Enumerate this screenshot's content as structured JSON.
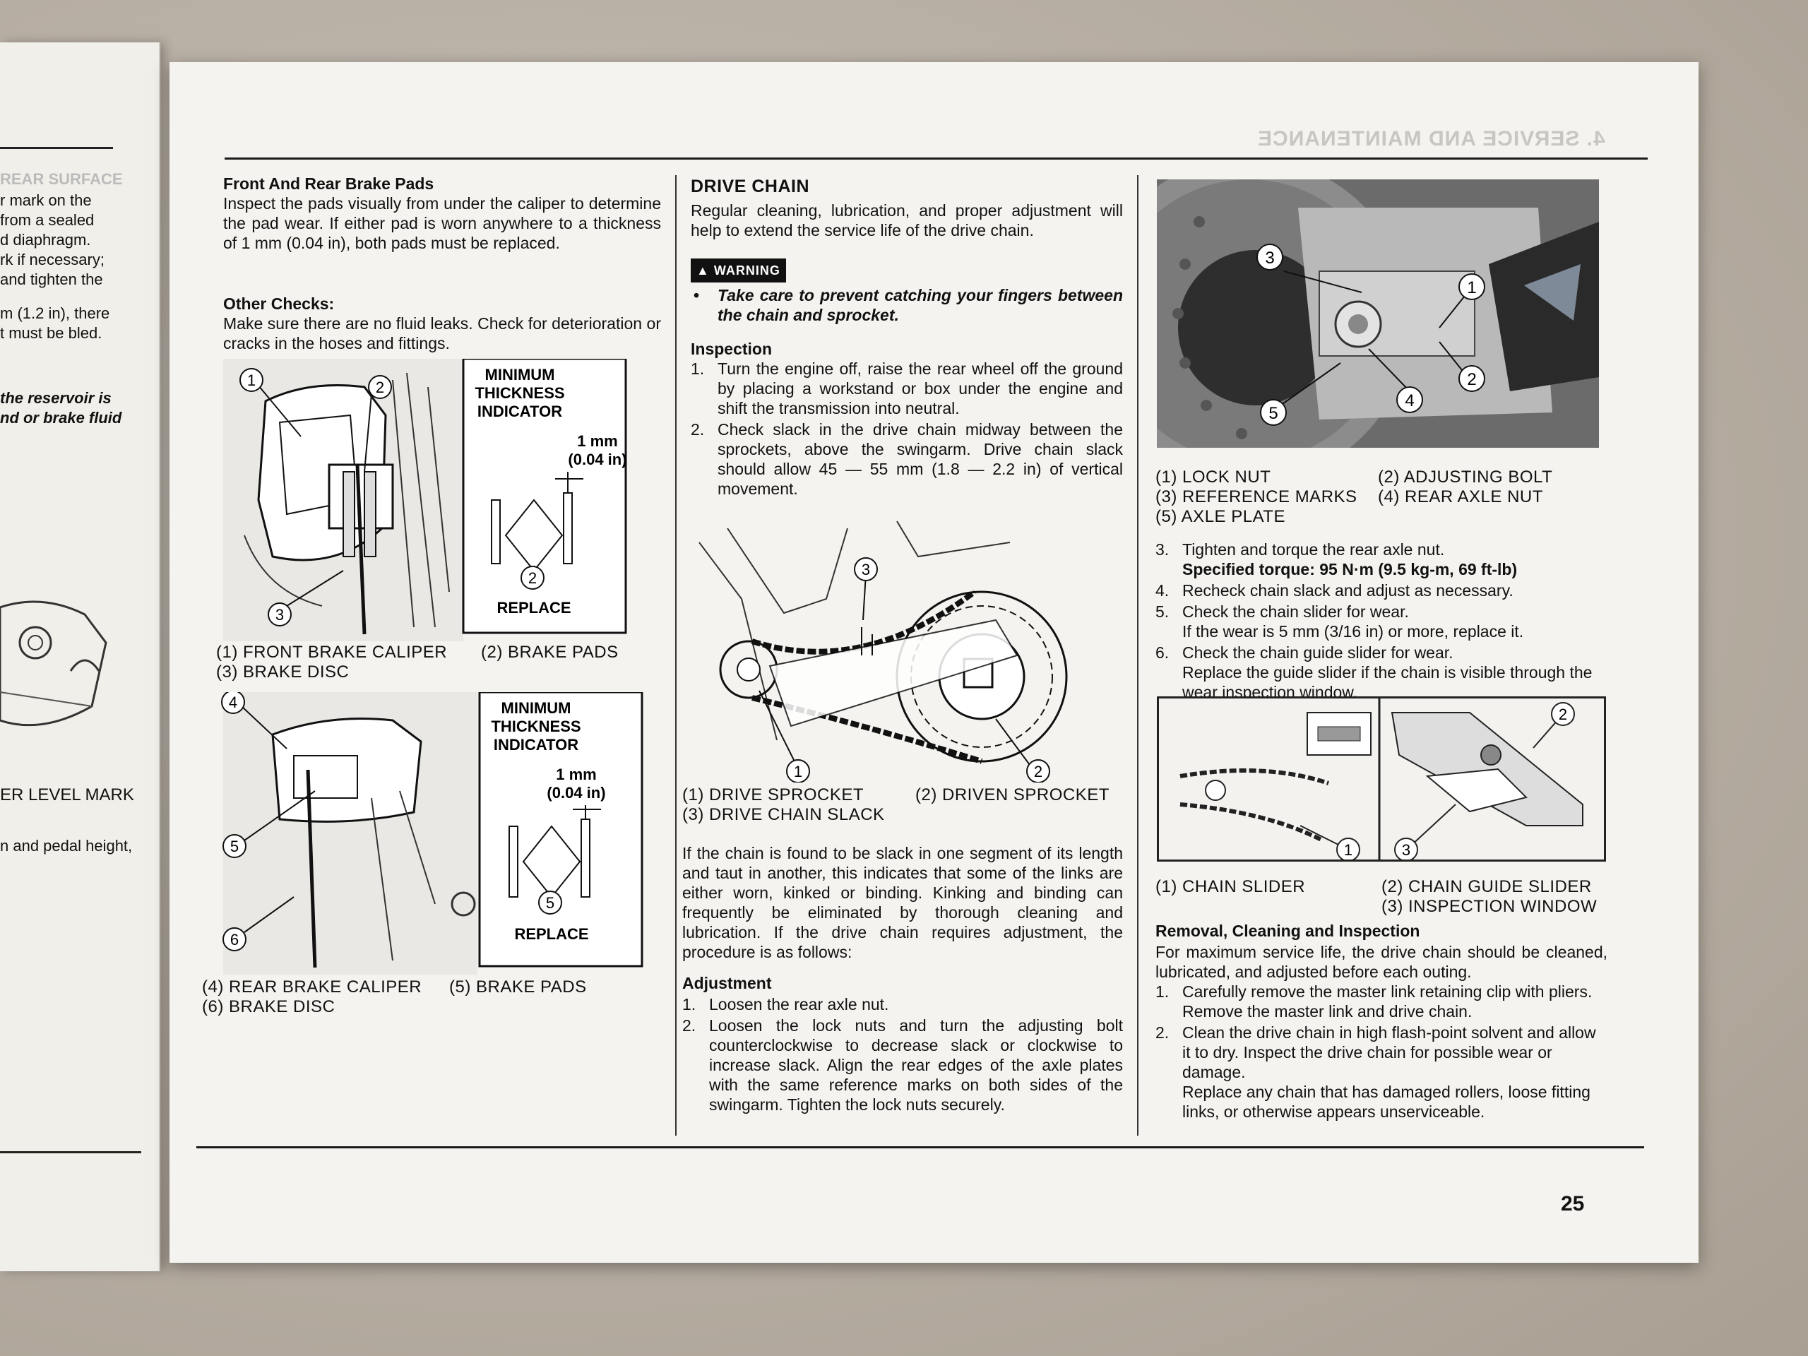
{
  "left_page": {
    "header": "REAR SURFACE",
    "text_lines": [
      "r mark on the",
      "from a sealed",
      "d diaphragm.",
      "rk if necessary;",
      "and tighten the",
      "m (1.2 in), there",
      "t must be bled."
    ],
    "italic_lines": [
      "the reservoir is",
      "nd or brake fluid"
    ],
    "label_mark": "ER LEVEL MARK",
    "text_line_last": "n and pedal height,"
  },
  "header_ghost": "4. SERVICE AND MAINTENANCE",
  "page_number": "25",
  "col1": {
    "brake_pads_heading": "Front And Rear Brake Pads",
    "brake_pads_text": "Inspect the pads visually from under the caliper to determine the pad wear. If either pad is worn anywhere to a thickness of 1 mm (0.04 in), both pads must be replaced.",
    "other_checks_heading": "Other Checks:",
    "other_checks_text": "Make sure there are no fluid leaks. Check for deterioration or cracks in the hoses and fittings.",
    "fig1": {
      "box_title_1": "MINIMUM",
      "box_title_2": "THICKNESS",
      "box_title_3": "INDICATOR",
      "measure_1": "1 mm",
      "measure_2": "(0.04 in)",
      "replace": "REPLACE",
      "callouts": [
        "1",
        "2",
        "3",
        "2"
      ],
      "legend_1": "(1) FRONT BRAKE CALIPER",
      "legend_2": "(2) BRAKE PADS",
      "legend_3": "(3) BRAKE DISC"
    },
    "fig2": {
      "box_title_1": "MINIMUM",
      "box_title_2": "THICKNESS",
      "box_title_3": "INDICATOR",
      "measure_1": "1 mm",
      "measure_2": "(0.04 in)",
      "replace": "REPLACE",
      "callouts": [
        "4",
        "5",
        "6",
        "5"
      ],
      "legend_4": "(4) REAR BRAKE CALIPER",
      "legend_5": "(5) BRAKE PADS",
      "legend_6": "(6) BRAKE DISC"
    }
  },
  "col2": {
    "title": "DRIVE CHAIN",
    "intro": "Regular cleaning, lubrication, and proper adjustment will help to extend the service life of the drive chain.",
    "warning_badge": "WARNING",
    "warning_text": "Take care to prevent catching your fingers between the chain and sprocket.",
    "inspection_heading": "Inspection",
    "inspection_steps": [
      {
        "n": "1.",
        "text": "Turn the engine off, raise the rear wheel off the ground by placing a workstand or box under the engine and shift the transmission into neutral."
      },
      {
        "n": "2.",
        "text": "Check slack in the drive chain midway between the sprockets, above the swingarm. Drive chain slack should allow 45 — 55 mm (1.8 — 2.2 in) of vertical movement."
      }
    ],
    "fig": {
      "callouts": [
        "1",
        "2",
        "3"
      ],
      "legend_1": "(1) DRIVE SPROCKET",
      "legend_2": "(2) DRIVEN SPROCKET",
      "legend_3": "(3) DRIVE CHAIN SLACK"
    },
    "slack_text": "If the chain is found to be slack in one segment of its length and taut in another, this indicates that some of the links are either worn, kinked or binding. Kinking and binding can frequently be eliminated by thorough cleaning and lubrication. If the drive chain requires adjustment, the procedure is as follows:",
    "adjustment_heading": "Adjustment",
    "adjustment_steps": [
      {
        "n": "1.",
        "text": "Loosen the rear axle nut."
      },
      {
        "n": "2.",
        "text": "Loosen the lock nuts and turn the adjusting bolt counterclockwise to decrease slack or clockwise to increase slack. Align the rear edges of the axle plates with the same reference marks on both sides of the swingarm. Tighten the lock nuts securely."
      }
    ]
  },
  "col3": {
    "photo_callouts": [
      "1",
      "2",
      "3",
      "4",
      "5"
    ],
    "photo_legend_1": "(1) LOCK NUT",
    "photo_legend_2": "(2) ADJUSTING BOLT",
    "photo_legend_3": "(3) REFERENCE MARKS",
    "photo_legend_4": "(4) REAR AXLE NUT",
    "photo_legend_5": "(5) AXLE PLATE",
    "steps": [
      {
        "n": "3.",
        "text": "Tighten and torque the rear axle nut."
      },
      {
        "n": "4.",
        "text": "Recheck chain slack and adjust as necessary."
      },
      {
        "n": "5.",
        "text": "Check the chain slider for wear."
      },
      {
        "n": "6.",
        "text": "Check the chain guide slider for wear."
      }
    ],
    "torque": "Specified torque: 95 N·m (9.5 kg-m, 69 ft-lb)",
    "step5_note": "If the wear is 5 mm (3/16 in) or more, replace it.",
    "step6_note": "Replace the guide slider if the chain is visible through the wear inspection window.",
    "fig2_callouts": [
      "1",
      "2",
      "3"
    ],
    "fig2_legend_1": "(1) CHAIN SLIDER",
    "fig2_legend_2": "(2) CHAIN GUIDE SLIDER",
    "fig2_legend_3": "(3) INSPECTION WINDOW",
    "removal_heading": "Removal, Cleaning and Inspection",
    "removal_intro": "For maximum service life, the drive chain should be cleaned, lubricated, and adjusted before each outing.",
    "removal_steps": [
      {
        "n": "1.",
        "text": "Carefully remove the master link retaining clip with pliers.",
        "note": "Remove the master link and drive chain."
      },
      {
        "n": "2.",
        "text": "Clean the drive chain in high flash-point solvent and allow it to dry. Inspect the drive chain for possible wear or damage.",
        "note": "Replace any chain that has damaged rollers, loose fitting links, or otherwise appears unserviceable."
      }
    ]
  }
}
